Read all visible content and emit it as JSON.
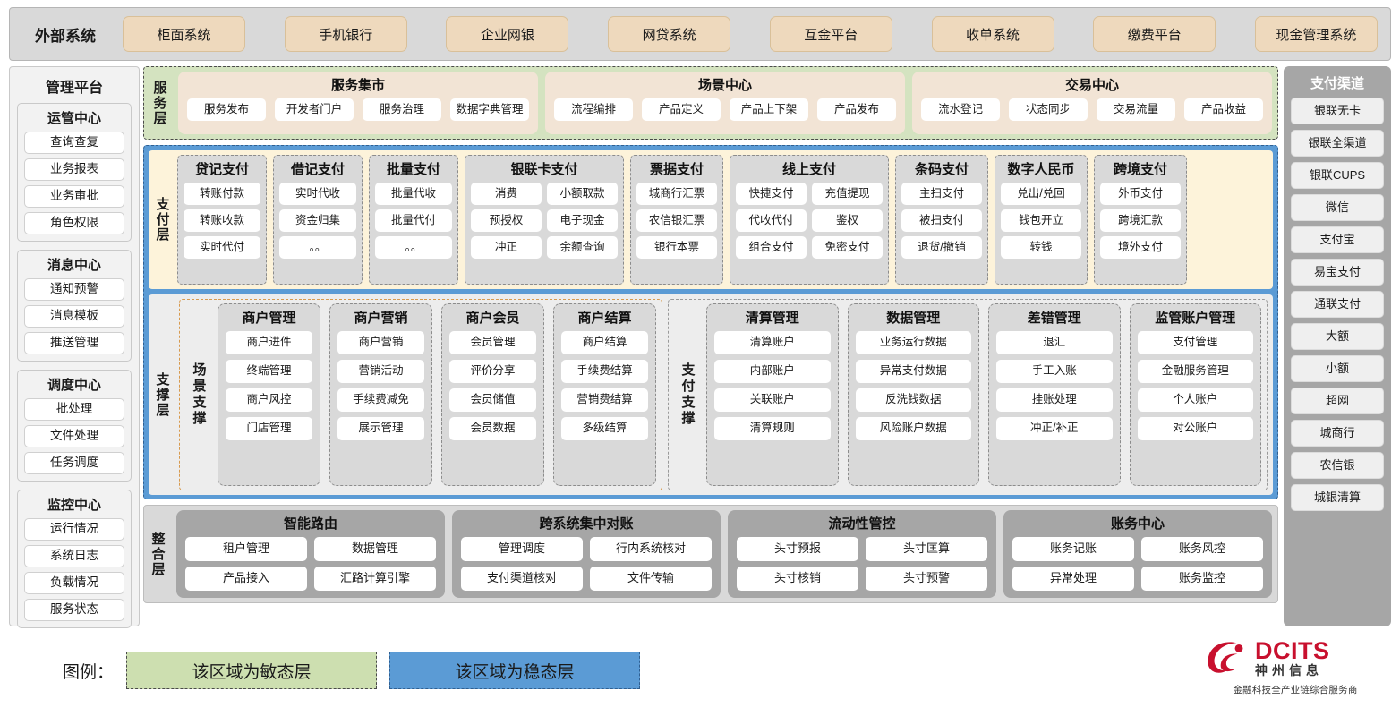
{
  "external_systems": {
    "label": "外部系统",
    "items": [
      "柜面系统",
      "手机银行",
      "企业网银",
      "网贷系统",
      "互金平台",
      "收单系统",
      "缴费平台",
      "现金管理系统"
    ]
  },
  "admin_platform": {
    "title": "管理平台",
    "groups": [
      {
        "title": "运管中心",
        "items": [
          "查询查复",
          "业务报表",
          "业务审批",
          "角色权限"
        ]
      },
      {
        "title": "消息中心",
        "items": [
          "通知预警",
          "消息模板",
          "推送管理"
        ]
      },
      {
        "title": "调度中心",
        "items": [
          "批处理",
          "文件处理",
          "任务调度"
        ]
      },
      {
        "title": "监控中心",
        "items": [
          "运行情况",
          "系统日志",
          "负载情况",
          "服务状态"
        ]
      }
    ]
  },
  "payment_channels": {
    "title": "支付渠道",
    "items": [
      "银联无卡",
      "银联全渠道",
      "银联CUPS",
      "微信",
      "支付宝",
      "易宝支付",
      "通联支付",
      "大额",
      "小额",
      "超网",
      "城商行",
      "农信银",
      "城银清算"
    ]
  },
  "service_layer": {
    "label": "服务层",
    "cards": [
      {
        "title": "服务集市",
        "items": [
          "服务发布",
          "开发者门户",
          "服务治理",
          "数据字典管理"
        ]
      },
      {
        "title": "场景中心",
        "items": [
          "流程编排",
          "产品定义",
          "产品上下架",
          "产品发布"
        ]
      },
      {
        "title": "交易中心",
        "items": [
          "流水登记",
          "状态同步",
          "交易流量",
          "产品收益"
        ]
      }
    ]
  },
  "payment_layer": {
    "label": "支付层",
    "groups": [
      {
        "title": "贷记支付",
        "cols": 1,
        "items": [
          "转账付款",
          "转账收款",
          "实时代付"
        ]
      },
      {
        "title": "借记支付",
        "cols": 1,
        "items": [
          "实时代收",
          "资金归集",
          "。。"
        ]
      },
      {
        "title": "批量支付",
        "cols": 1,
        "items": [
          "批量代收",
          "批量代付",
          "。。"
        ]
      },
      {
        "title": "银联卡支付",
        "cols": 2,
        "items": [
          "消费",
          "小额取款",
          "预授权",
          "电子现金",
          "冲正",
          "余额查询"
        ]
      },
      {
        "title": "票据支付",
        "cols": 1,
        "items": [
          "城商行汇票",
          "农信银汇票",
          "银行本票"
        ]
      },
      {
        "title": "线上支付",
        "cols": 2,
        "items": [
          "快捷支付",
          "充值提现",
          "代收代付",
          "鉴权",
          "组合支付",
          "免密支付"
        ]
      },
      {
        "title": "条码支付",
        "cols": 1,
        "items": [
          "主扫支付",
          "被扫支付",
          "退货/撤销"
        ]
      },
      {
        "title": "数字人民币",
        "cols": 1,
        "items": [
          "兑出/兑回",
          "钱包开立",
          "转钱"
        ]
      },
      {
        "title": "跨境支付",
        "cols": 1,
        "items": [
          "外币支付",
          "跨境汇款",
          "境外支付"
        ]
      }
    ]
  },
  "support_layer": {
    "label": "支撑层",
    "blocks": [
      {
        "label": "场景支撑",
        "groups": [
          {
            "title": "商户管理",
            "items": [
              "商户进件",
              "终端管理",
              "商户风控",
              "门店管理"
            ]
          },
          {
            "title": "商户营销",
            "items": [
              "商户营销",
              "营销活动",
              "手续费减免",
              "展示管理"
            ]
          },
          {
            "title": "商户会员",
            "items": [
              "会员管理",
              "评价分享",
              "会员储值",
              "会员数据"
            ]
          },
          {
            "title": "商户结算",
            "items": [
              "商户结算",
              "手续费结算",
              "营销费结算",
              "多级结算"
            ]
          }
        ]
      },
      {
        "label": "支付支撑",
        "groups": [
          {
            "title": "清算管理",
            "items": [
              "清算账户",
              "内部账户",
              "关联账户",
              "清算规则"
            ]
          },
          {
            "title": "数据管理",
            "items": [
              "业务运行数据",
              "异常支付数据",
              "反洗钱数据",
              "风险账户数据"
            ]
          },
          {
            "title": "差错管理",
            "items": [
              "退汇",
              "手工入账",
              "挂账处理",
              "冲正/补正"
            ]
          },
          {
            "title": "监管账户管理",
            "items": [
              "支付管理",
              "金融服务管理",
              "个人账户",
              "对公账户"
            ]
          }
        ]
      }
    ]
  },
  "integration_layer": {
    "label": "整合层",
    "groups": [
      {
        "title": "智能路由",
        "rows": [
          [
            "租户管理",
            "数据管理"
          ],
          [
            "产品接入",
            "汇路计算引擎"
          ]
        ]
      },
      {
        "title": "跨系统集中对账",
        "rows": [
          [
            "管理调度",
            "行内系统核对"
          ],
          [
            "支付渠道核对",
            "文件传输"
          ]
        ]
      },
      {
        "title": "流动性管控",
        "rows": [
          [
            "头寸预报",
            "头寸匡算"
          ],
          [
            "头寸核销",
            "头寸预警"
          ]
        ]
      },
      {
        "title": "账务中心",
        "rows": [
          [
            "账务记账",
            "账务风控"
          ],
          [
            "异常处理",
            "账务监控"
          ]
        ]
      }
    ]
  },
  "legend": {
    "label": "图例：",
    "agile": "该区域为敏态层",
    "stable": "该区域为稳态层",
    "agile_color": "#cddfb0",
    "stable_color": "#5b9bd5"
  },
  "logo": {
    "brand_en": "DCITS",
    "brand_cn": "神州信息",
    "tagline": "金融科技全产业链综合服务商",
    "color": "#c8102e"
  }
}
